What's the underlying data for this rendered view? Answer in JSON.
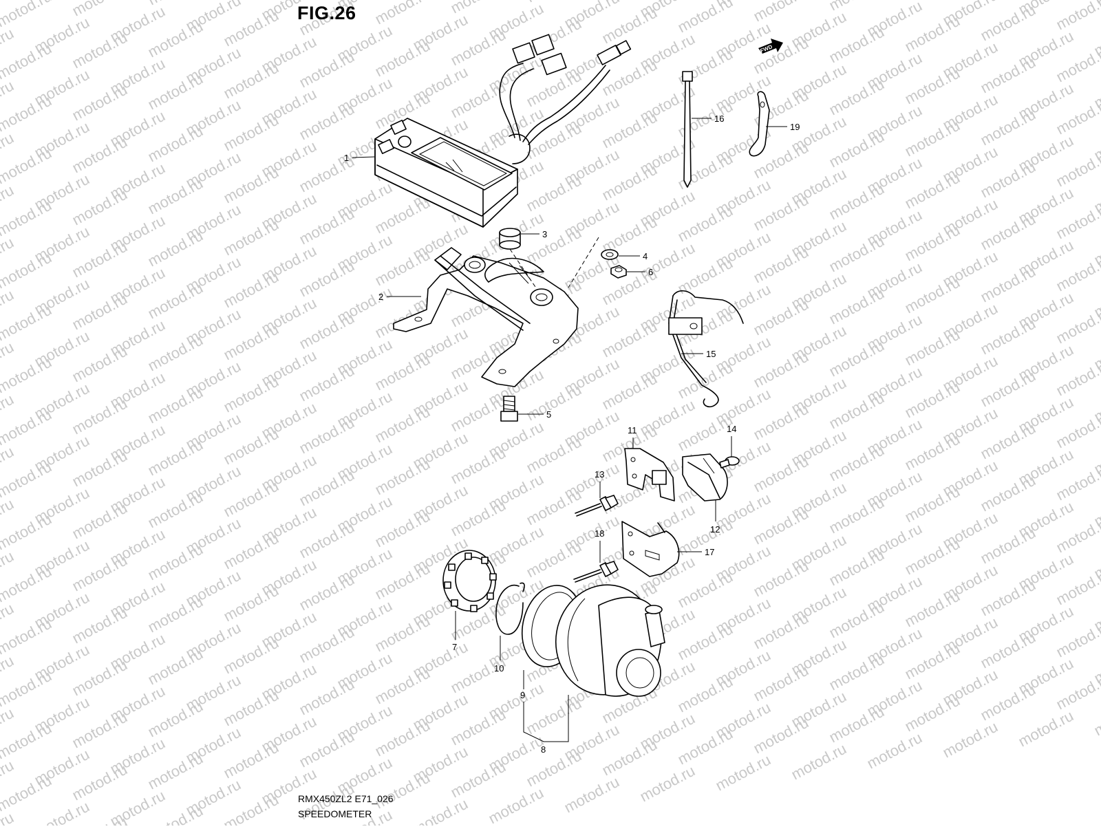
{
  "title": "FIG.26",
  "footer": {
    "model_code": "RMX450ZL2 E71_026",
    "section_name": "SPEEDOMETER"
  },
  "watermark": "motod.ru",
  "fwd_label": "FWD",
  "callouts": [
    "1",
    "2",
    "3",
    "4",
    "5",
    "6",
    "7",
    "8",
    "9",
    "10",
    "11",
    "12",
    "13",
    "14",
    "15",
    "16",
    "17",
    "18",
    "19"
  ],
  "colors": {
    "line": "#000000",
    "background": "#ffffff",
    "watermark": "#c8c8c8"
  }
}
